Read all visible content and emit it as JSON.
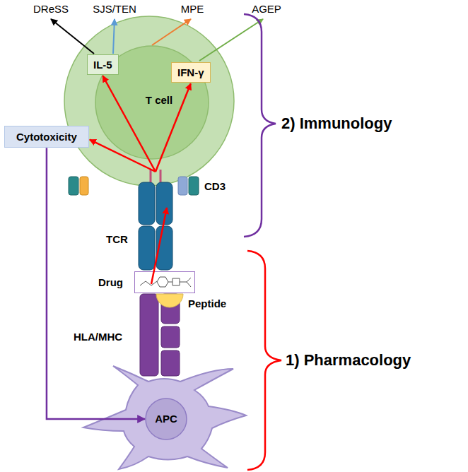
{
  "diagram": {
    "nodes": [
      {
        "text": [
          "T cell"
        ]
      },
      {
        "text": [
          "IL-5"
        ],
        "in": 0
      },
      {
        "text": [
          "IFN-γ"
        ],
        "in": 0
      },
      {
        "text": [
          "Cytotoxicity"
        ]
      },
      {
        "text": [
          "Drug"
        ]
      },
      {
        "text": [
          "APC"
        ]
      }
    ],
    "edges": [
      {
        "from": 3,
        "to": 5,
        "arrow": "to"
      }
    ],
    "labels": [
      "DReSS",
      "SJS/TEN",
      "MPE",
      "AGEP",
      "CD3",
      "TCR",
      "Peptide",
      "HLA/MHC",
      "2) Immunology",
      "1) Pharmacology"
    ]
  }
}
